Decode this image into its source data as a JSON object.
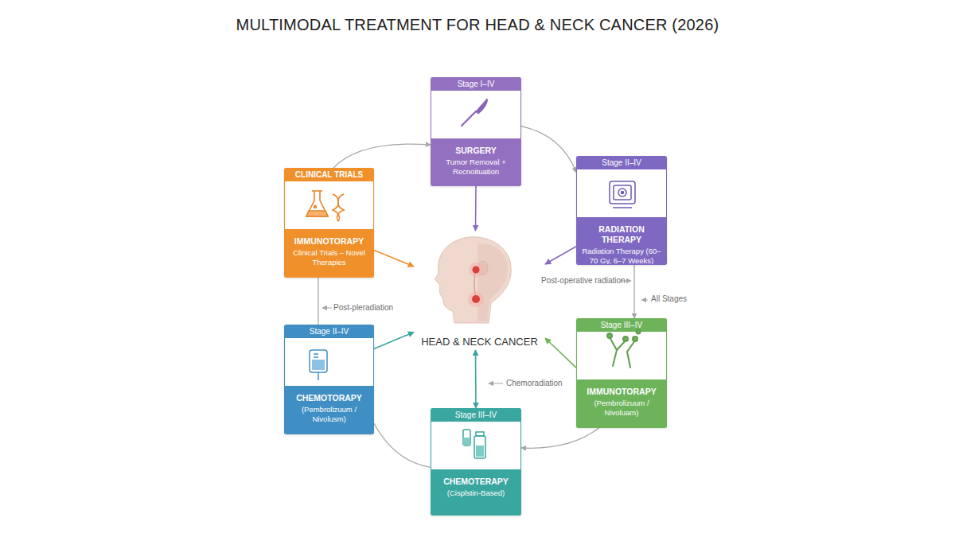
{
  "diagram": {
    "title": "MULTIMODAL TREATMENT FOR HEAD & NECK CANCER (2026)",
    "nodes": [
      {
        "text": [
          "Stage I–IV",
          "SURGERY",
          "Tumor Removal + Recnoituation"
        ]
      },
      {
        "text": [
          "Stage II–IV",
          "RADIATION THERAPY",
          "Radiation Therapy (60–70 Gy, 6–7 Weeks)"
        ]
      },
      {
        "text": [
          "CLINICAL TRIALS",
          "IMMUNOTORAPY",
          "Clinical Trials – Novel Therapies"
        ]
      },
      {
        "text": [
          "HEAD & NECK CANCER"
        ]
      },
      {
        "text": [
          "Stage III–IV",
          "IMMUNOTORAPY",
          "(Pembrolizuum / Nivoluam)"
        ]
      },
      {
        "text": [
          "Stage II–IV",
          "CHEMOTORAPY",
          "(Pembrolizuum / Nivolusm)"
        ]
      },
      {
        "text": [
          "Stage III–IV",
          "CHEMOTERAPY",
          "(Cisplstin-Based)"
        ]
      }
    ],
    "edges": [
      {
        "from": 2,
        "to": 0,
        "arrow": "to"
      },
      {
        "from": 0,
        "to": 1,
        "arrow": "to"
      },
      {
        "from": 0,
        "to": 3,
        "arrow": "to"
      },
      {
        "from": 1,
        "to": 3,
        "arrow": "to"
      },
      {
        "from": 1,
        "to": 4,
        "label": "All Stages",
        "arrow": "to"
      },
      {
        "from": 4,
        "to": 3,
        "arrow": "to"
      },
      {
        "from": 4,
        "to": 6,
        "arrow": "to"
      },
      {
        "from": 6,
        "to": 3,
        "label": "Chemoradiation",
        "arrow": "both"
      },
      {
        "from": 6,
        "to": 5,
        "arrow": "none"
      },
      {
        "from": 5,
        "to": 3,
        "arrow": "to"
      },
      {
        "from": 5,
        "to": 2,
        "label": "Post-pleradiation",
        "arrow": "none"
      },
      {
        "from": 2,
        "to": 3,
        "arrow": "to"
      }
    ],
    "labels": [
      "Post-operative radiation"
    ]
  }
}
